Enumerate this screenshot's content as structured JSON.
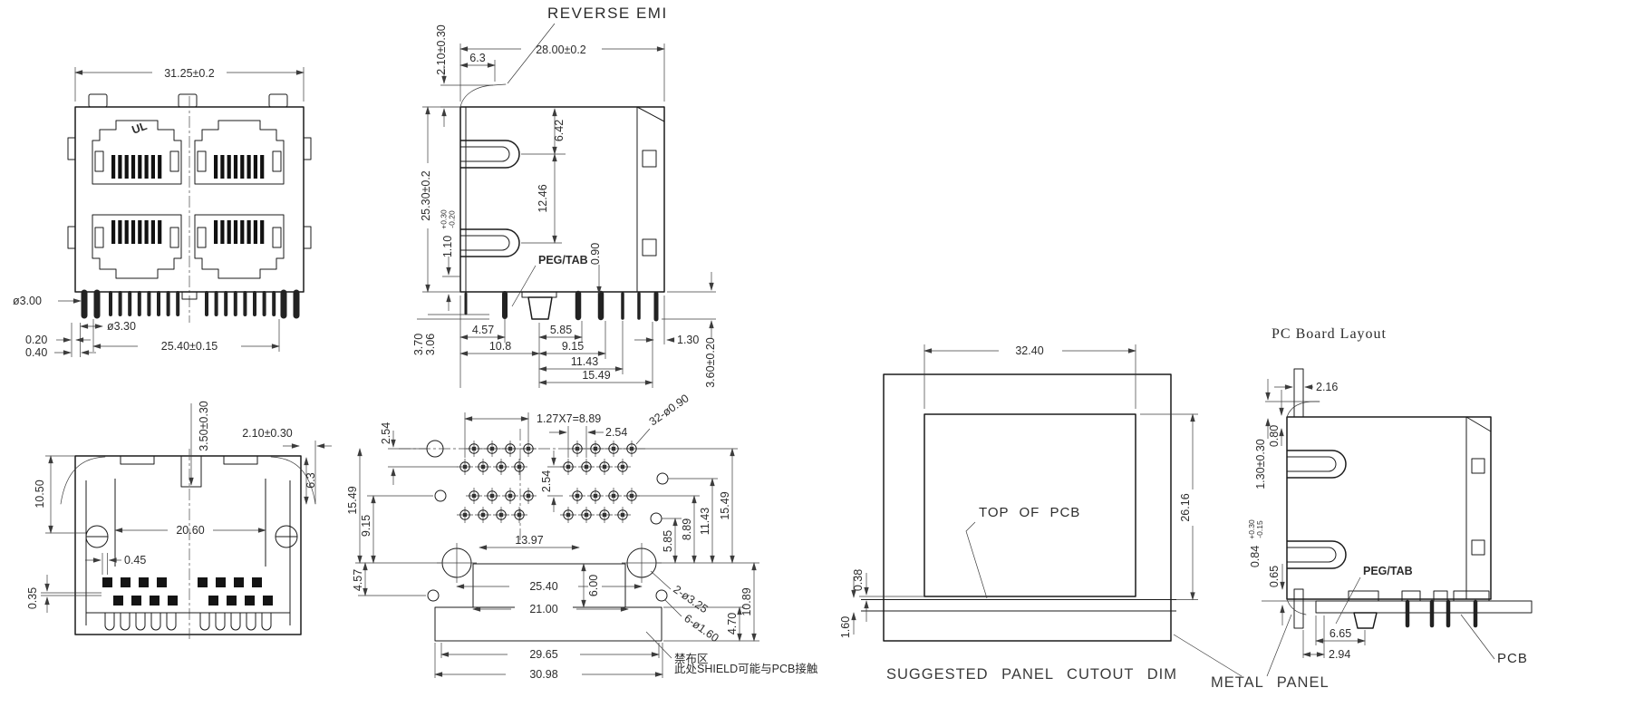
{
  "front_view": {
    "overall_width": "31.25±0.2",
    "peg_dia": "ø3.00",
    "hole_dia": "ø3.30",
    "pin_span": "25.40±0.15",
    "offset_small": "0.20",
    "offset_large": "0.40",
    "ul_mark": "UL"
  },
  "side_view": {
    "reverse_emi_label": "REVERSE EMI",
    "peg_tab_label": "PEG/TAB",
    "depth": "28.00±0.2",
    "emi_tab_height": "2.10±0.30",
    "emi_tab_setback": "6.3",
    "latch_offset": "6.42",
    "latch_pitch": "12.46",
    "height": "25.30±0.2",
    "standoff": "1.10",
    "standoff_tol_plus": "+0.30",
    "standoff_tol_minus": "-0.20",
    "pin_dia": "0.90",
    "peg_len_a": "3.70",
    "peg_len_b": "3.06",
    "pin_dim_1": "4.57",
    "pin_dim_2": "5.85",
    "pin_dim_3": "10.8",
    "pin_dim_4": "9.15",
    "pin_dim_5": "11.43",
    "pin_dim_6": "15.49",
    "tail_offset": "1.30",
    "pin_length": "3.60±0.20"
  },
  "top_view": {
    "slot_dim": "3.50±0.30",
    "emi_tab_height": "2.10±0.30",
    "emi_tab_depth": "6.3",
    "body_depth": "10.50",
    "cavity_width": "20.60",
    "pad_offset": "0.45",
    "pad_size": "0.35"
  },
  "pcb_layout": {
    "row_pitch": "2.54",
    "pin_pitch_note": "1.27X7=8.89",
    "col_pitch": "2.54",
    "hole_callout": "32-ø0.90",
    "row_gap": "2.54",
    "left_dim_1": "15.49",
    "left_dim_2": "9.15",
    "left_dim_3": "4.57",
    "center_span": "13.97",
    "shield_width": "25.40",
    "shield_inner_width": "21.00",
    "bottom_width_1": "29.65",
    "bottom_width_2": "30.98",
    "right_dim_1": "5.85",
    "right_dim_2": "8.89",
    "right_dim_3": "11.43",
    "right_dim_4": "15.49",
    "right_dim_5": "4.70",
    "right_dim_6": "10.89",
    "mount_hole_callout": "2-ø3.25",
    "small_hole_callout": "6-ø1.60",
    "shield_depth": "6.00",
    "keepout_note_line1": "禁布区",
    "keepout_note_line2": "此处SHIELD可能与PCB接触"
  },
  "panel_cutout": {
    "cutout_width": "32.40",
    "cutout_height": "26.16",
    "pcb_gap": "0.38",
    "pcb_offset": "1.60",
    "top_of_pcb_label": "TOP OF PCB",
    "caption": "SUGGESTED PANEL CUTOUT DIM",
    "metal_panel_label": "METAL PANEL"
  },
  "board_layout": {
    "title": "PC Board Layout",
    "panel_thickness": "2.16",
    "emi_gap": "0.80",
    "tab_height": "1.30±0.30",
    "standoff": "0.84",
    "standoff_tol_plus": "+0.30",
    "standoff_tol_minus": "-0.15",
    "flange_gap": "0.65",
    "peg_offset": "6.65",
    "panel_offset": "2.94",
    "peg_tab_label": "PEG/TAB",
    "pcb_label": "PCB"
  }
}
